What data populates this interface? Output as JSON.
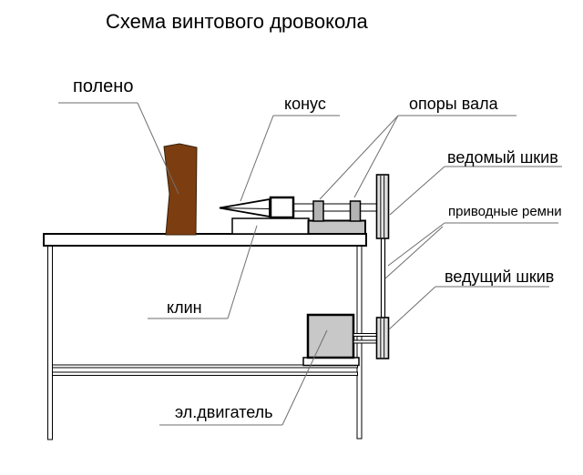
{
  "title": "Схема винтового дровокола",
  "diagram": {
    "labels": {
      "log": "полено",
      "cone": "конус",
      "shaft_supports": "опоры вала",
      "driven_pulley": "ведомый шкив",
      "drive_belts": "приводные ремни",
      "driving_pulley": "ведущий шкив",
      "wedge": "клин",
      "motor": "эл.двигатель"
    },
    "colors": {
      "log": "#7c3e10",
      "log_outline": "#35200a",
      "motor_fill": "#c8c8c8",
      "support_fill": "#b3b3b3",
      "base_fill": "#c4c4c4",
      "pulley_fill": "#e0e0e0",
      "outline": "#000000",
      "leader": "#6e6e6e"
    }
  }
}
